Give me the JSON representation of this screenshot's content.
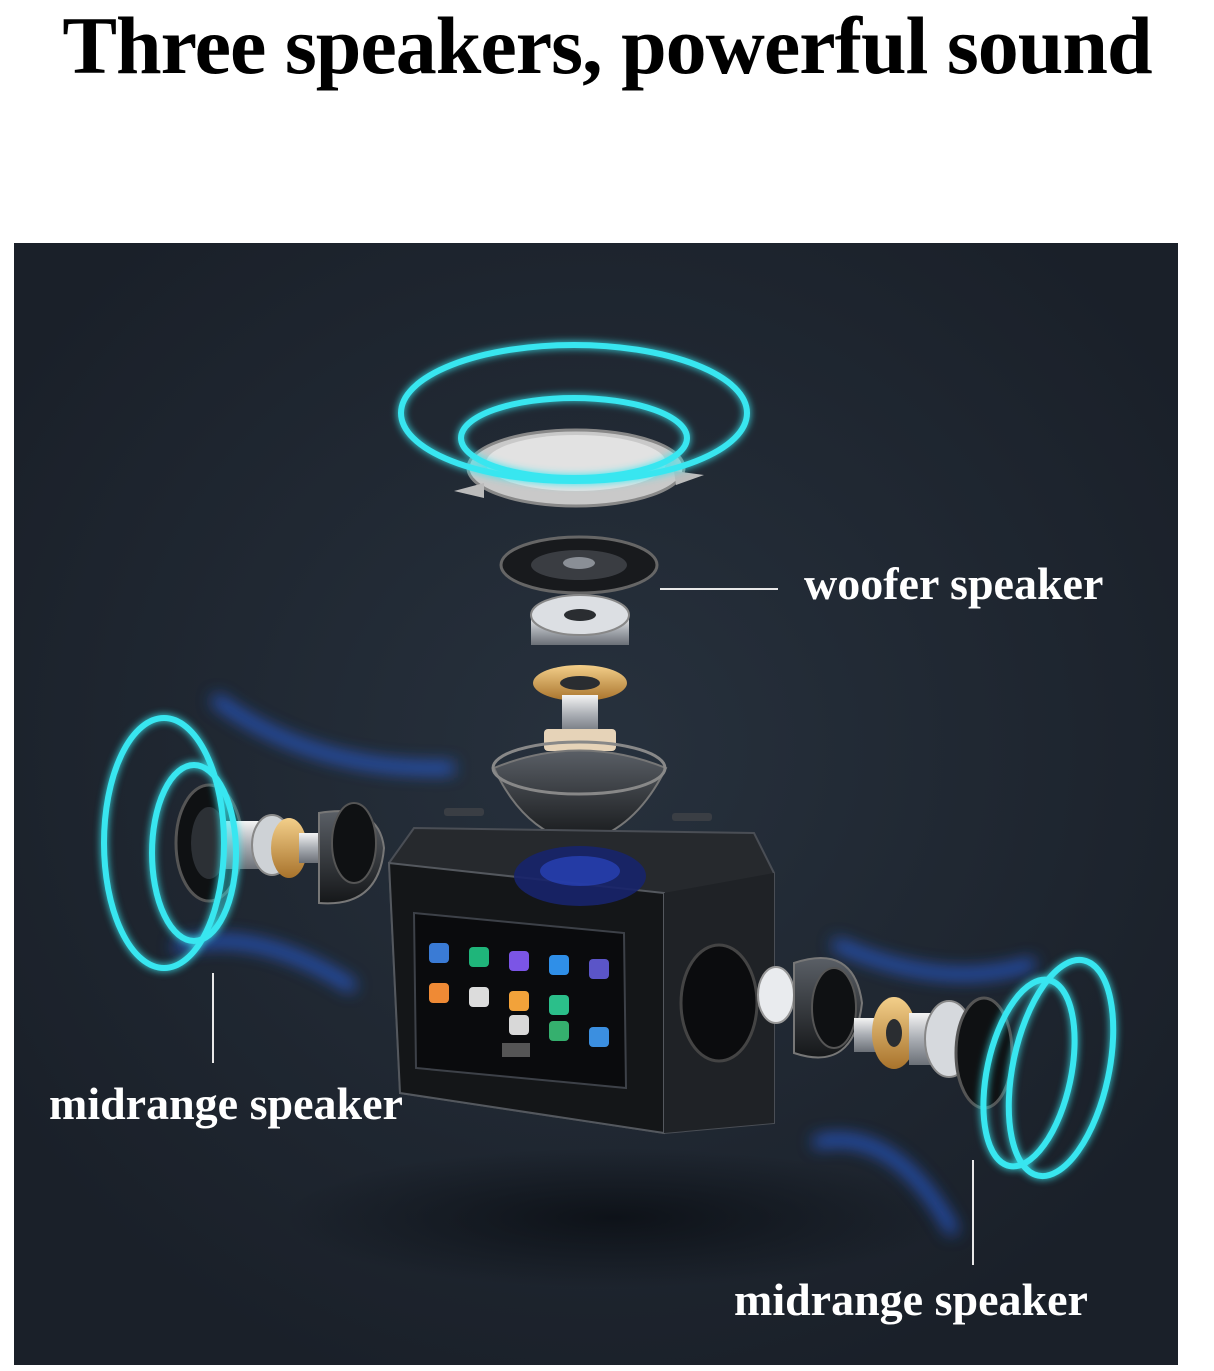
{
  "headline": "Three speakers, powerful sound",
  "labels": {
    "woofer": "woofer speaker",
    "midrange_left": "midrange speaker",
    "midrange_right": "midrange speaker"
  },
  "colors": {
    "background": "#1d2530",
    "sound_ring": "#39e6f0",
    "sound_wave_blue": "#1a5cff",
    "label_text": "#ffffff"
  }
}
